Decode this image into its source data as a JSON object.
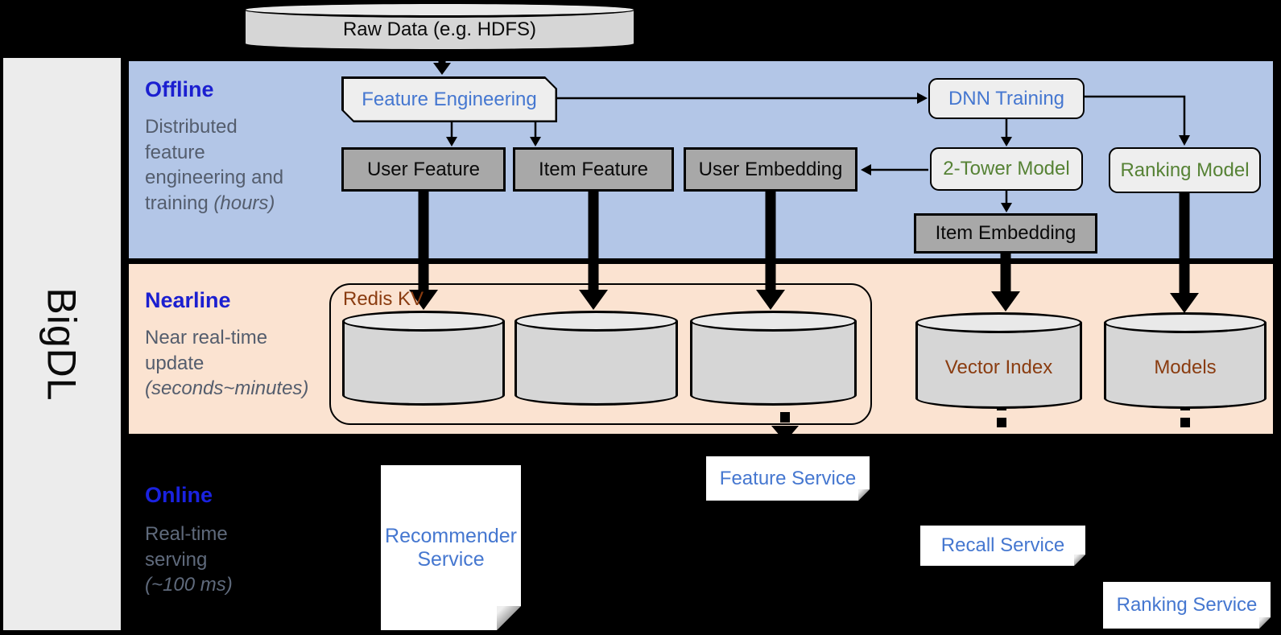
{
  "sidebar": {
    "label": "BigDL"
  },
  "raw_data": {
    "label": "Raw Data (e.g. HDFS)"
  },
  "sections": {
    "offline": {
      "title": "Offline",
      "desc_lines": [
        "Distributed",
        "feature",
        "engineering and"
      ],
      "desc_last": "training ",
      "desc_italic": "(hours)"
    },
    "nearline": {
      "title": "Nearline",
      "desc_lines": [
        "Near real-time",
        "update"
      ],
      "desc_last": "",
      "desc_italic": "(seconds~minutes)"
    },
    "online": {
      "title": "Online",
      "desc_lines": [
        "Real-time",
        "serving"
      ],
      "desc_last": "",
      "desc_italic": "(~100 ms)"
    }
  },
  "offline_nodes": {
    "feature_engineering": "Feature Engineering",
    "dnn_training": "DNN Training",
    "user_feature": "User Feature",
    "item_feature": "Item Feature",
    "user_embedding": "User Embedding",
    "two_tower_model": "2-Tower Model",
    "ranking_model": "Ranking Model",
    "item_embedding": "Item Embedding"
  },
  "nearline_nodes": {
    "redis_kv": "Redis KV",
    "vector_index": "Vector Index",
    "models": "Models"
  },
  "online_nodes": {
    "recommender_service": "Recommender Service",
    "feature_service": "Feature Service",
    "recall_service": "Recall Service",
    "ranking_service": "Ranking Service"
  },
  "colors": {
    "background": "#000000",
    "sidebar_bg": "#ececec",
    "offline_band": "#b3c6e7",
    "nearline_band": "#fbe3d1",
    "section_title_blue": "#1b1fd0",
    "desc_gray": "#545d6d",
    "node_label_blue": "#4577d0",
    "node_label_green": "#568235",
    "node_label_brown": "#8a3c10",
    "gray_box_fill": "#a8a8a8",
    "light_box_fill": "#eeeeee",
    "cylinder_fill": "#d6d6d6",
    "service_box_fill": "#ffffff",
    "arrow_color": "#000000"
  }
}
